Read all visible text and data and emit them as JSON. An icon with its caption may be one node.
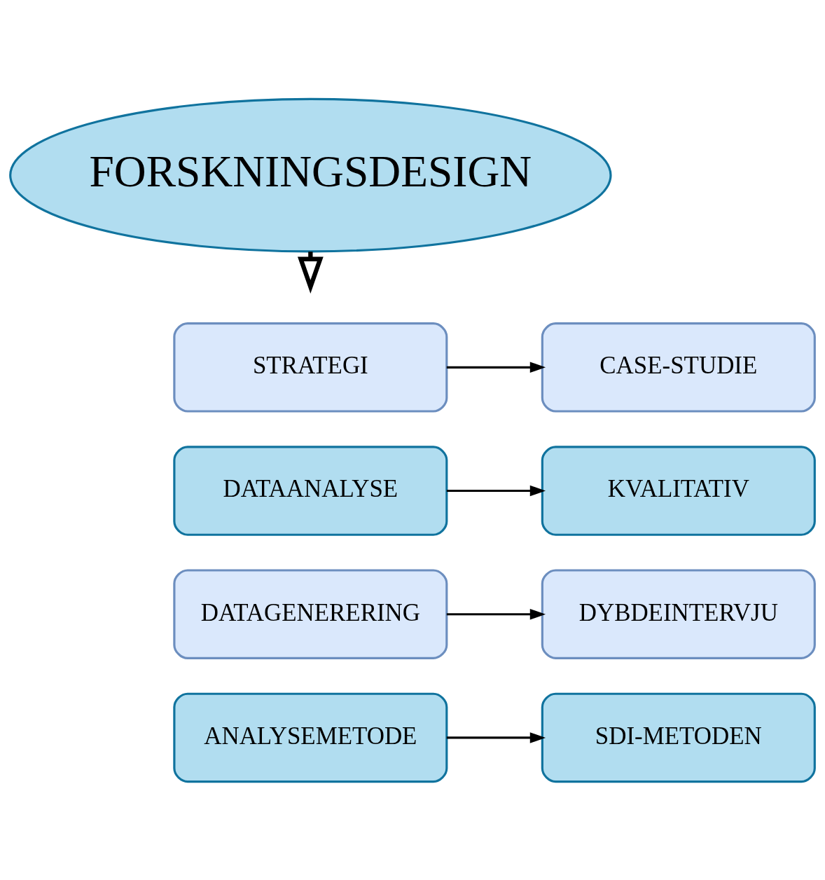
{
  "diagram": {
    "nodes": [
      {
        "text": [
          "FORSKNINGSDESIGN"
        ]
      },
      {
        "text": [
          "STRATEGI"
        ]
      },
      {
        "text": [
          "CASE-STUDIE"
        ]
      },
      {
        "text": [
          "DATAANALYSE"
        ]
      },
      {
        "text": [
          "KVALITATIV"
        ]
      },
      {
        "text": [
          "DATAGENERERING"
        ]
      },
      {
        "text": [
          "DYBDEINTERVJU"
        ]
      },
      {
        "text": [
          "ANALYSEMETODE"
        ]
      },
      {
        "text": [
          "SDI-METODEN"
        ]
      }
    ],
    "edges": [
      {
        "from": 0,
        "to": null,
        "arrow": "to",
        "style": "thick"
      },
      {
        "from": 1,
        "to": 2,
        "arrow": "to"
      },
      {
        "from": 3,
        "to": 4,
        "arrow": "to"
      },
      {
        "from": 5,
        "to": 6,
        "arrow": "to"
      },
      {
        "from": 7,
        "to": 8,
        "arrow": "to"
      }
    ]
  }
}
